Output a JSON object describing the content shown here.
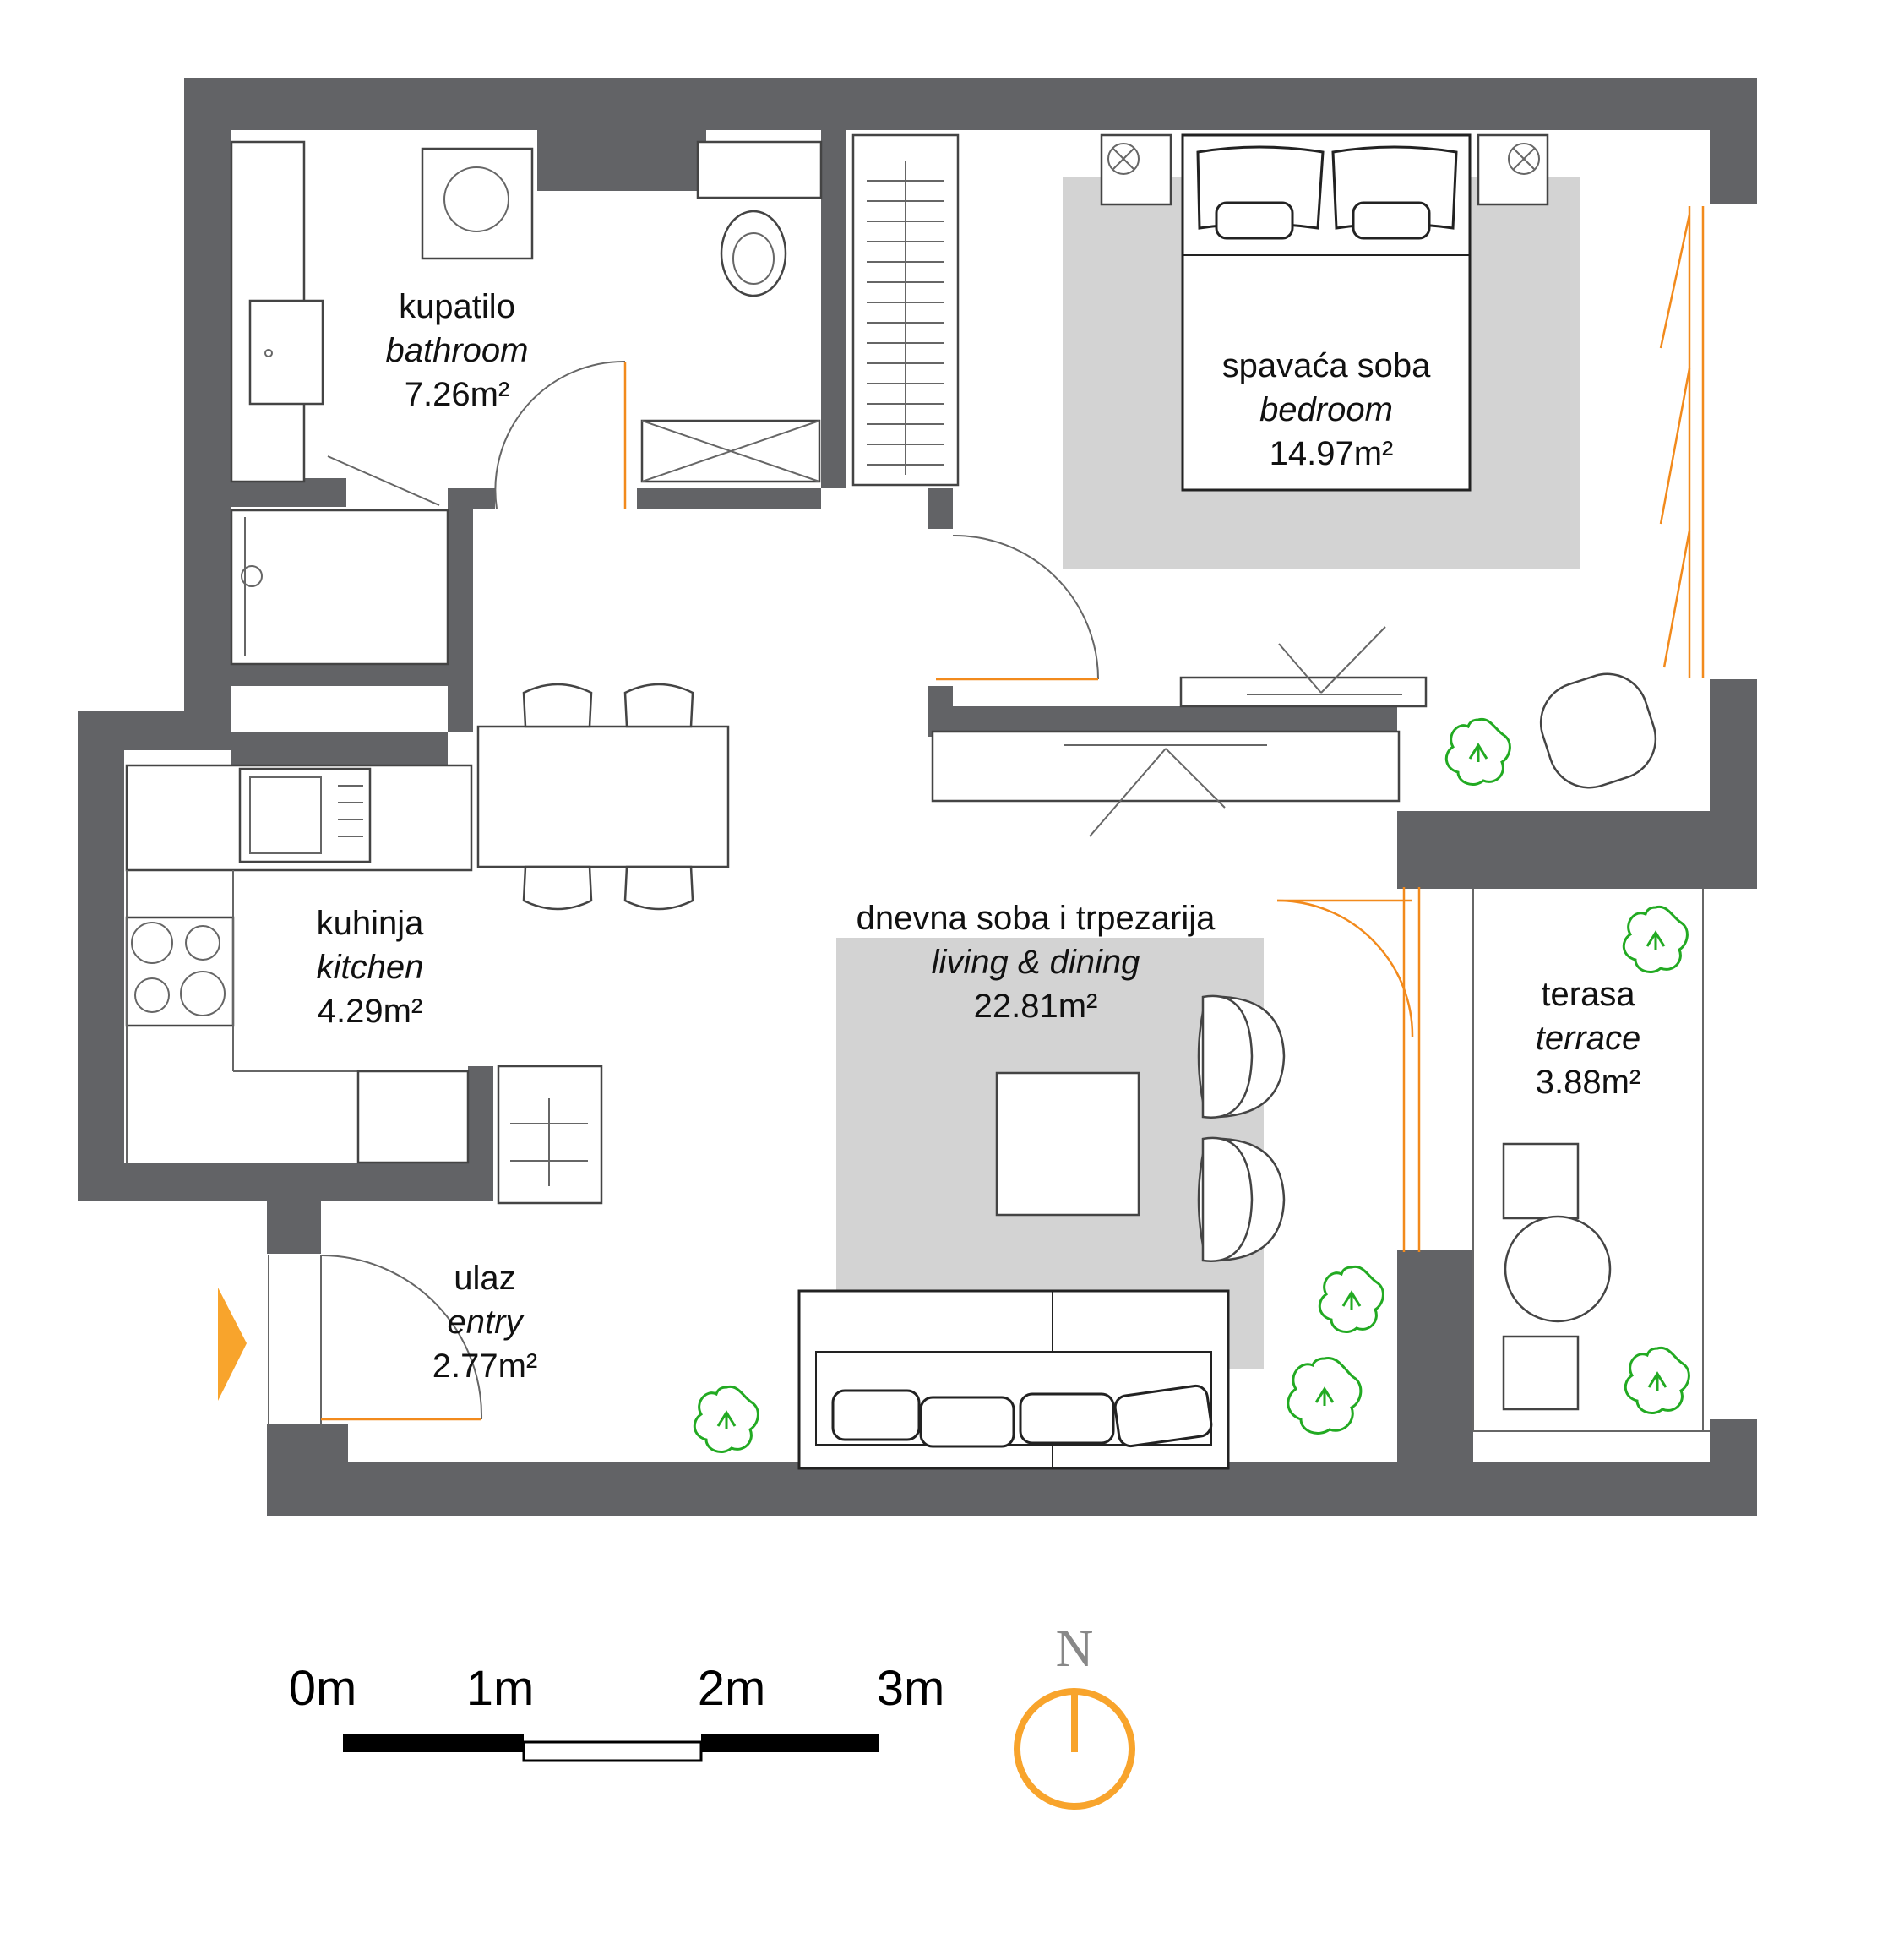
{
  "rooms": {
    "bathroom": {
      "name": "kupatilo",
      "name_en": "bathroom",
      "area": "7.26m²"
    },
    "bedroom": {
      "name": "spavaća soba",
      "name_en": "bedroom",
      "area": "14.97m²"
    },
    "kitchen": {
      "name": "kuhinja",
      "name_en": "kitchen",
      "area": "4.29m²"
    },
    "living": {
      "name": "dnevna soba i trpezarija",
      "name_en": "living & dining",
      "area": "22.81m²"
    },
    "terrace": {
      "name": "terasa",
      "name_en": "terrace",
      "area": "3.88m²"
    },
    "entry": {
      "name": "ulaz",
      "name_en": "entry",
      "area": "2.77m²"
    }
  },
  "scale_bar": {
    "labels": [
      "0m",
      "1m",
      "2m",
      "3m"
    ]
  },
  "compass": {
    "label": "N"
  },
  "colors": {
    "wall": "#626366",
    "rug": "#d3d3d3",
    "accent_orange": "#f8a42c",
    "door_orange": "#f28a1c",
    "plant_green": "#22aa22"
  },
  "icons": {
    "entry_marker": "entrance-arrow-icon",
    "plant": "plant-icon",
    "compass": "north-compass-icon"
  }
}
